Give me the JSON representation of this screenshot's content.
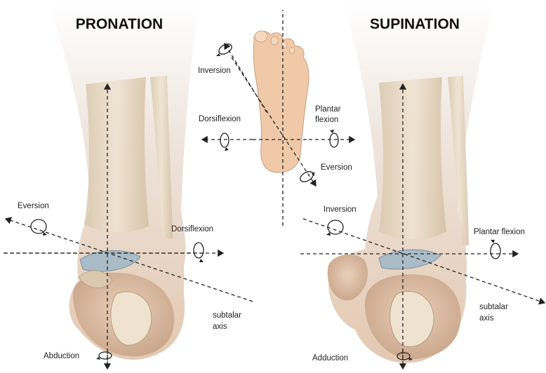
{
  "left_panel": {
    "title": "PRONATION",
    "labels": {
      "eversion": "Eversion",
      "dorsiflexion": "Dorsiflexion",
      "subtalar_axis_line1": "subtalar",
      "subtalar_axis_line2": "axis",
      "abduction": "Abduction"
    }
  },
  "center_panel": {
    "labels": {
      "inversion": "Inversion",
      "dorsiflexion": "Dorsiflexion",
      "plantar_flexion_line1": "Plantar",
      "plantar_flexion_line2": "flexion",
      "eversion": "Eversion"
    }
  },
  "right_panel": {
    "title": "SUPINATION",
    "labels": {
      "inversion": "Inversion",
      "plantar_flexion": "Plantar flexion",
      "subtalar_axis_line1": "subtalar",
      "subtalar_axis_line2": "axis",
      "adduction": "Adduction"
    }
  },
  "colors": {
    "skin": "#e9c9ad",
    "bone": "#e6d8c3",
    "cartilage": "#a9bcc8",
    "axis": "#222222"
  }
}
